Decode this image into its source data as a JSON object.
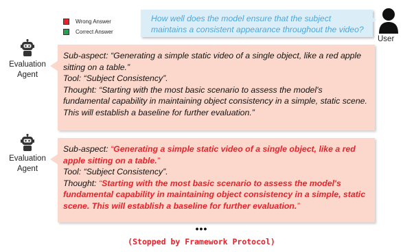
{
  "legend": {
    "wrong": {
      "label": "Wrong Answer",
      "color": "#e8212a"
    },
    "correct": {
      "label": "Correct Answer",
      "color": "#21a54a"
    }
  },
  "user": {
    "label": "User",
    "question": "How well does the model ensure that the subject maintains a consistent appearance throughout the video?"
  },
  "agent1": {
    "label_line1": "Evaluation",
    "label_line2": "Agent",
    "subaspect_prefix": "Sub-aspect: ",
    "subaspect_text": "“Generating a simple static video of a single object, like a red apple sitting on a table.”",
    "tool_text": "Tool: “Subject Consistency”.",
    "thought_prefix": "Thought: ",
    "thought_text": "“Starting with the most basic scenario to assess the model's fundamental capability in maintaining object consistency in a simple, static scene. This will establish a baseline for further evaluation.”"
  },
  "agent2": {
    "label_line1": "Evaluation",
    "label_line2": "Agent",
    "subaspect_prefix": "Sub-aspect: ",
    "subaspect_open_quote": "“",
    "subaspect_text": "Generating a simple static video of a single object, like a red apple sitting on a table.",
    "subaspect_close_quote": "”",
    "tool_text": "Tool: “Subject Consistency”.",
    "thought_prefix": "Thought: ",
    "thought_open_quote": "“",
    "thought_text": "Starting with the most basic scenario to assess the model's fundamental capability in maintaining object consistency in a simple, static scene. This will establish a baseline for further evaluation.",
    "thought_close_quote": "”"
  },
  "footer": {
    "ellipsis": "•••",
    "stopped": "(Stopped by Framework Protocol)"
  },
  "icons": {
    "user": "user-silhouette-icon",
    "agent": "robot-icon"
  }
}
